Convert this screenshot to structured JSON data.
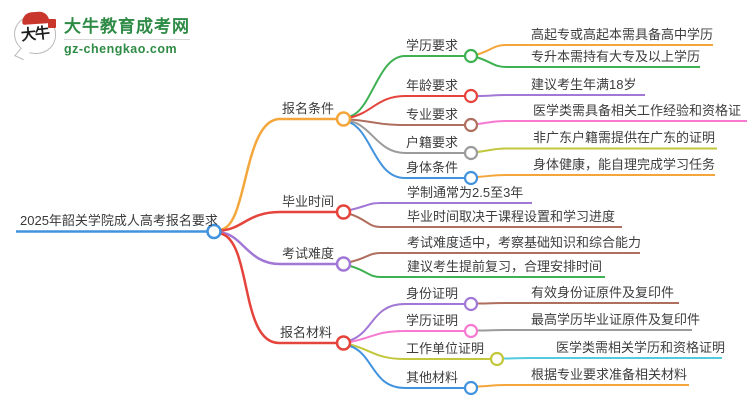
{
  "brand": {
    "logo_text": "大牛",
    "name": "大牛教育成考网",
    "domain": "gz-chengkao.com",
    "brand_green": "#2E8B45",
    "brand_red": "#C9372C"
  },
  "mindmap": {
    "palette": {
      "blue": "#4293DE",
      "orange": "#F5A63B",
      "green": "#3EB152",
      "red": "#E5443C",
      "purple": "#A278D6",
      "brown": "#AF6E5E",
      "pink": "#F779D0",
      "gray": "#9B9B9B",
      "olive": "#C2C73C",
      "cyan": "#54CBDD"
    },
    "root": {
      "label": "2025年韶关学院成人高考报名要求"
    },
    "branches": [
      {
        "label": "报名条件",
        "children": [
          {
            "label": "学历要求",
            "children": [
              {
                "label": "高起专或高起本需具备高中学历"
              },
              {
                "label": "专升本需持有大专及以上学历"
              }
            ]
          },
          {
            "label": "年龄要求",
            "children": [
              {
                "label": "建议考生年满18岁"
              }
            ]
          },
          {
            "label": "专业要求",
            "children": [
              {
                "label": "医学类需具备相关工作经验和资格证"
              }
            ]
          },
          {
            "label": "户籍要求",
            "children": [
              {
                "label": "非广东户籍需提供在广东的证明"
              }
            ]
          },
          {
            "label": "身体条件",
            "children": [
              {
                "label": "身体健康，能自理完成学习任务"
              }
            ]
          }
        ]
      },
      {
        "label": "毕业时间",
        "children": [
          {
            "label": "学制通常为2.5至3年"
          },
          {
            "label": "毕业时间取决于课程设置和学习进度"
          }
        ]
      },
      {
        "label": "考试难度",
        "children": [
          {
            "label": "考试难度适中，考察基础知识和综合能力"
          },
          {
            "label": "建议考生提前复习，合理安排时间"
          }
        ]
      },
      {
        "label": "报名材料",
        "children": [
          {
            "label": "身份证明",
            "children": [
              {
                "label": "有效身份证原件及复印件"
              }
            ]
          },
          {
            "label": "学历证明",
            "children": [
              {
                "label": "最高学历毕业证原件及复印件"
              }
            ]
          },
          {
            "label": "工作单位证明",
            "children": [
              {
                "label": "医学类需相关学历和资格证明"
              }
            ]
          },
          {
            "label": "其他材料",
            "children": [
              {
                "label": "根据专业要求准备相关材料"
              }
            ]
          }
        ]
      }
    ]
  }
}
